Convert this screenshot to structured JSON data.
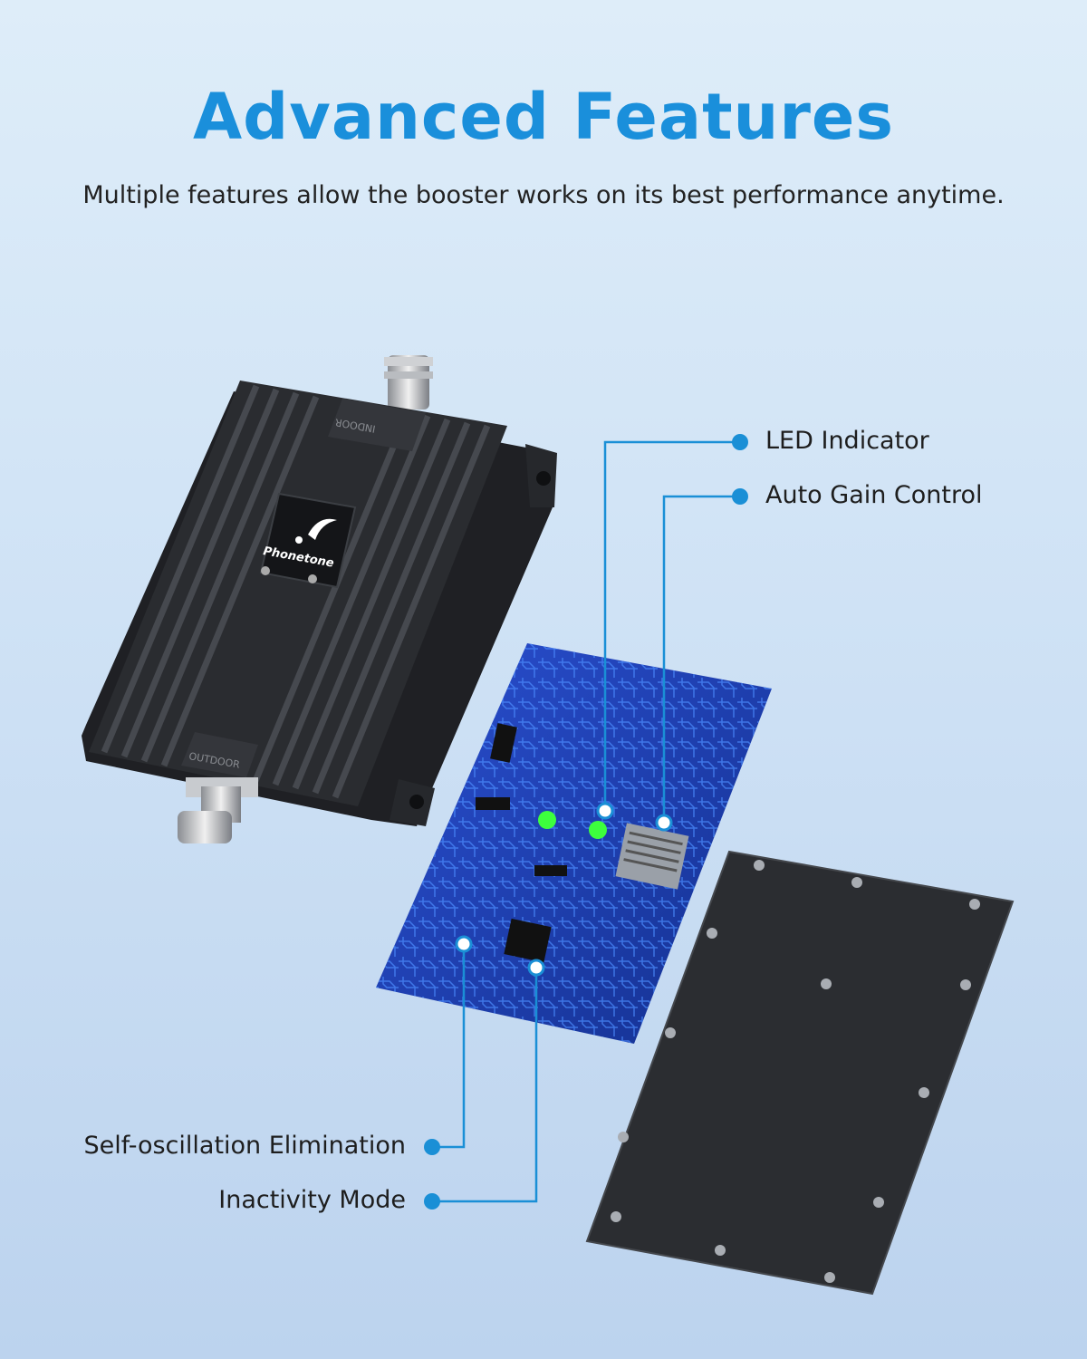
{
  "header": {
    "title": "Advanced Features",
    "subtitle": "Multiple features allow the booster works on its best performance anytime."
  },
  "product": {
    "brand_logo_text": "Phonetone",
    "port_top_label": "INDOOR",
    "port_bottom_label": "OUTDOOR"
  },
  "callouts": [
    {
      "label": "LED Indicator"
    },
    {
      "label": "Auto Gain Control"
    },
    {
      "label": "Self-oscillation Elimination"
    },
    {
      "label": "Inactivity Mode"
    }
  ],
  "colors": {
    "accent": "#1a8fdb",
    "callout_line": "#1a8fd6",
    "device_body": "#2a2c30",
    "pcb": "#1f3fb8"
  }
}
